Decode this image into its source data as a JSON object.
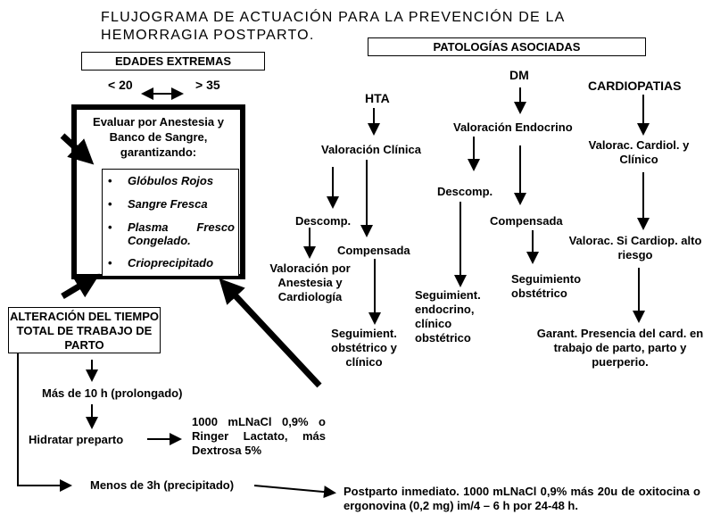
{
  "title": {
    "line1": "FLUJOGRAMA DE ACTUACIÓN PARA LA PREVENCIÓN DE LA",
    "line2": "HEMORRAGIA POSTPARTO."
  },
  "edades": {
    "header": "EDADES EXTREMAS",
    "low": "< 20",
    "high": "> 35"
  },
  "evaluar": {
    "heading": "Evaluar por Anestesia y Banco de Sangre, garantizando:",
    "items": [
      "Glóbulos Rojos",
      "Sangre Fresca",
      "Plasma Fresco Congelado.",
      "Crioprecipitado"
    ]
  },
  "alteracion": {
    "header": "ALTERACIÓN DEL TIEMPO TOTAL DE TRABAJO DE PARTO",
    "prolongado": "Más de 10 h (prolongado)",
    "hidratar": "Hidratar preparto",
    "solucion": "1000 mLNaCl 0,9% o Ringer Lactato, más Dextrosa 5%",
    "precipitado": "Menos de 3h (precipitado)",
    "postparto": "Postparto inmediato. 1000 mLNaCl 0,9% más 20u de oxitocina o ergonovina (0,2 mg) im/4 – 6 h por 24-48 h."
  },
  "patologias": {
    "header": "PATOLOGÍAS ASOCIADAS",
    "hta": {
      "label": "HTA",
      "valoracion": "Valoración Clínica",
      "descomp": "Descomp.",
      "compensada": "Compensada",
      "valoracion_anest": "Valoración por Anestesia y Cardiología",
      "seguimiento": "Seguimient. obstétrico y clínico"
    },
    "dm": {
      "label": "DM",
      "valoracion": "Valoración Endocrino",
      "descomp": "Descomp.",
      "compensada": "Compensada",
      "seguimiento_endo": "Seguimient. endocrino, clínico obstétrico",
      "seguimiento_obst": "Seguimiento obstétrico"
    },
    "cardio": {
      "label": "CARDIOPATIAS",
      "valorac": "Valorac. Cardiol. y Clínico",
      "valorac_riesgo": "Valorac. Si Cardiop. alto riesgo",
      "garant": "Garant. Presencia del card. en trabajo de parto, parto y puerperio."
    }
  }
}
